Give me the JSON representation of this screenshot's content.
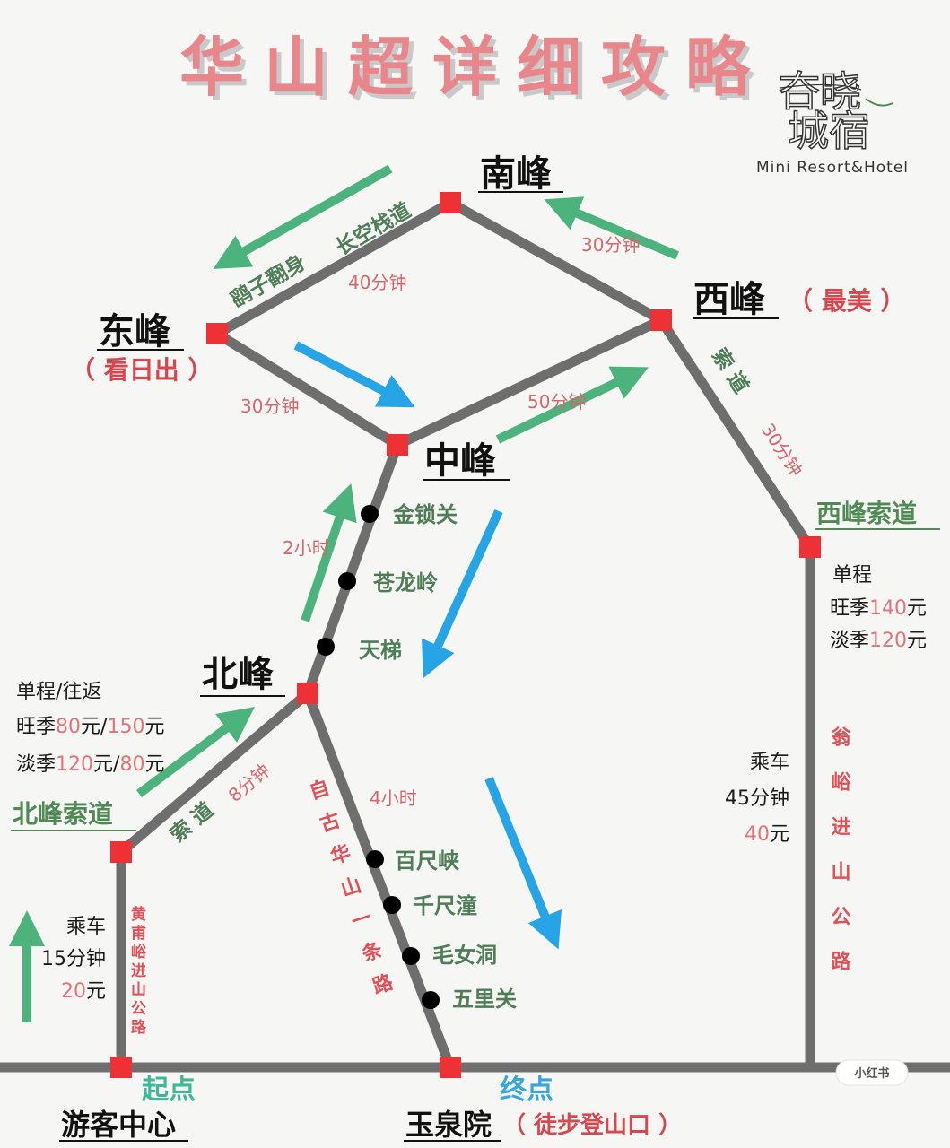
{
  "title": "华山超详细攻略",
  "logo": {
    "cn_top": "夻晓",
    "cn_bottom": "城宿",
    "en": "Mini Resort&Hotel"
  },
  "peaks": {
    "south": {
      "name": "南峰"
    },
    "east": {
      "name": "东峰",
      "note": "（ 看日出 ）"
    },
    "west": {
      "name": "西峰",
      "note": "（ 最美 ）"
    },
    "center": {
      "name": "中峰"
    },
    "north": {
      "name": "北峰"
    }
  },
  "segments": {
    "south_east_trail": "长空栈道",
    "south_east_trail2": "鹞子翻身",
    "south_east_time": "40分钟",
    "west_south_time": "30分钟",
    "east_center_time": "30分钟",
    "center_west_time": "50分钟",
    "west_cable_label": "索  道",
    "west_cable_time": "30分钟",
    "north_center_time": "2小时",
    "north_cable_label": "索  道",
    "north_cable_time": "8分钟",
    "north_yuquan_time": "4小时"
  },
  "waypoints_upper": [
    "金锁关",
    "苍龙岭",
    "天梯"
  ],
  "waypoints_lower": [
    "百尺峡",
    "千尺潼",
    "毛女洞",
    "五里关"
  ],
  "west_cableway": {
    "title": "西峰索道",
    "type": "单程",
    "peak_label": "旺季",
    "peak_price": "140",
    "unit": "元",
    "off_label": "淡季",
    "off_price": "120"
  },
  "north_cableway": {
    "title": "北峰索道",
    "type": "单程/往返",
    "peak_label": "旺季",
    "peak_price1": "80",
    "peak_price2": "150",
    "off_label": "淡季",
    "off_price1": "120",
    "off_price2": "80",
    "unit": "元",
    "sep": "/"
  },
  "roads": {
    "huangfu": "黄甫峪进山公路",
    "wengyu": "翁峪进山公路",
    "ancient": "自古华山一条路"
  },
  "bus_west": {
    "line1": "乘车",
    "line2": "45分钟",
    "price": "40",
    "unit": "元"
  },
  "bus_north": {
    "line1": "乘车",
    "line2": "15分钟",
    "price": "20",
    "unit": "元"
  },
  "start": {
    "label": "起点",
    "place": "游客中心"
  },
  "end": {
    "label": "终点",
    "place": "玉泉院",
    "note": "（ 徒步登山口 ）"
  },
  "watermark": "小红书",
  "colors": {
    "route": "#6e6e6e",
    "node": "#ee3134",
    "arrow_green": "#4db37d",
    "arrow_blue": "#27a4e6",
    "title": "#e8868c"
  }
}
